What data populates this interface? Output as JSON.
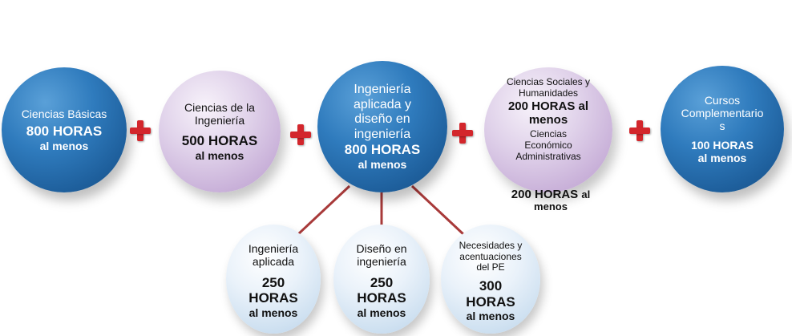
{
  "nodes": {
    "ciencias_basicas": {
      "title": "Ciencias Básicas",
      "hours": "800 HORAS",
      "note": "al menos"
    },
    "ciencias_ingenieria": {
      "title_1": "Ciencias de la",
      "title_2": "Ingeniería",
      "hours": "500 HORAS",
      "note": "al menos"
    },
    "ingenieria_aplicada_diseno": {
      "line_1": "Ingeniería",
      "line_2": "aplicada y",
      "line_3": "diseño en",
      "line_4": "ingeniería",
      "hours": "800 HORAS",
      "note": "al menos"
    },
    "sociales_economico": {
      "line_1": "Ciencias Sociales y",
      "line_2": "Humanidades",
      "hours_1": "200 HORAS",
      "note_1a": "al",
      "note_1b": "menos",
      "line_3": "Ciencias",
      "line_4": "Económico",
      "line_5": "Administrativas",
      "hours_2": "200 HORAS",
      "note_2a": "al",
      "note_2b": "menos"
    },
    "cursos_complementarios": {
      "line_1": "Cursos",
      "line_2": "Complementario",
      "line_3": "s",
      "hours": "100 HORAS",
      "note": "al menos"
    },
    "sub_ingenieria_aplicada": {
      "line_1": "Ingeniería",
      "line_2": "aplicada",
      "hours_1": "250",
      "hours_2": "HORAS",
      "note": "al menos"
    },
    "sub_diseno": {
      "line_1": "Diseño en",
      "line_2": "ingeniería",
      "hours_1": "250",
      "hours_2": "HORAS",
      "note": "al menos"
    },
    "sub_necesidades": {
      "line_1": "Necesidades y",
      "line_2": "acentuaciones",
      "line_3": "del PE",
      "hours_1": "300",
      "hours_2": "HORAS",
      "note": "al menos"
    }
  },
  "colors": {
    "plus": "#d3262c",
    "connector": "#a83a3a",
    "blue_node": "#2f7bbd",
    "purple_node": "#c9b1d9",
    "light_node": "#cfe1f1"
  }
}
